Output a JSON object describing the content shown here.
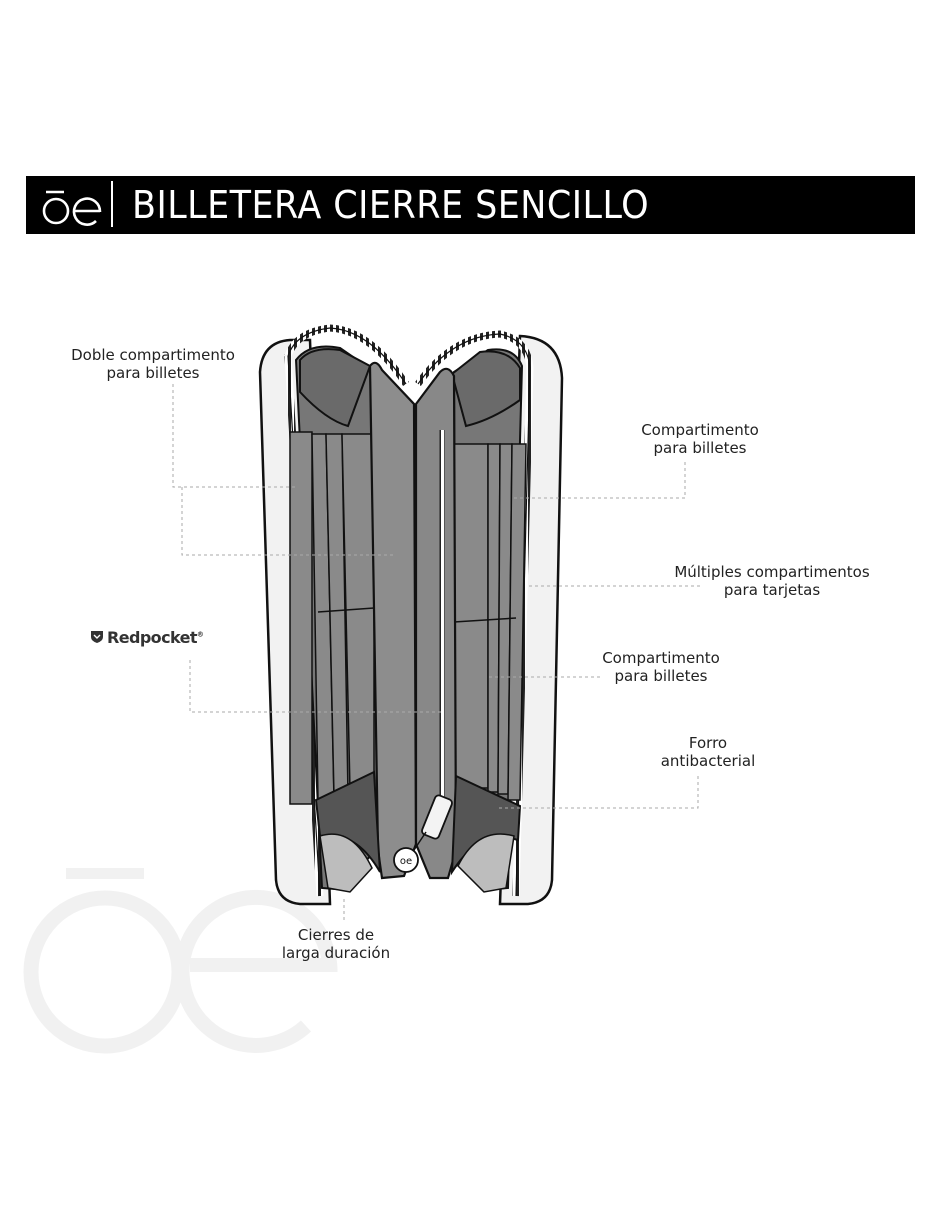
{
  "header": {
    "brand_logo": "oe",
    "title": "BILLETERA CIERRE SENCILLO"
  },
  "callouts": {
    "double_bill": [
      "Doble compartimento",
      "para billetes"
    ],
    "bill_upper": [
      "Compartimento",
      "para billetes"
    ],
    "cards": [
      "Múltiples compartimentos",
      "para tarjetas"
    ],
    "bill_lower": [
      "Compartimento",
      "para billetes"
    ],
    "lining": [
      "Forro",
      "antibacterial"
    ],
    "zippers": [
      "Cierres de",
      "larga duración"
    ]
  },
  "redpocket": {
    "brand": "Redpocket",
    "mark": "®"
  },
  "icons": [
    "shield-icon",
    "oe-logo",
    "zipper-pull-icon"
  ],
  "colors": {
    "header_bg": "#000000",
    "header_text": "#ffffff",
    "wallet_outer": "#f1f1f1",
    "wallet_panel": "#7a7a7a",
    "wallet_dark": "#555555",
    "leader_line": "#aaaaaa",
    "watermark": "#f0f0f0"
  }
}
